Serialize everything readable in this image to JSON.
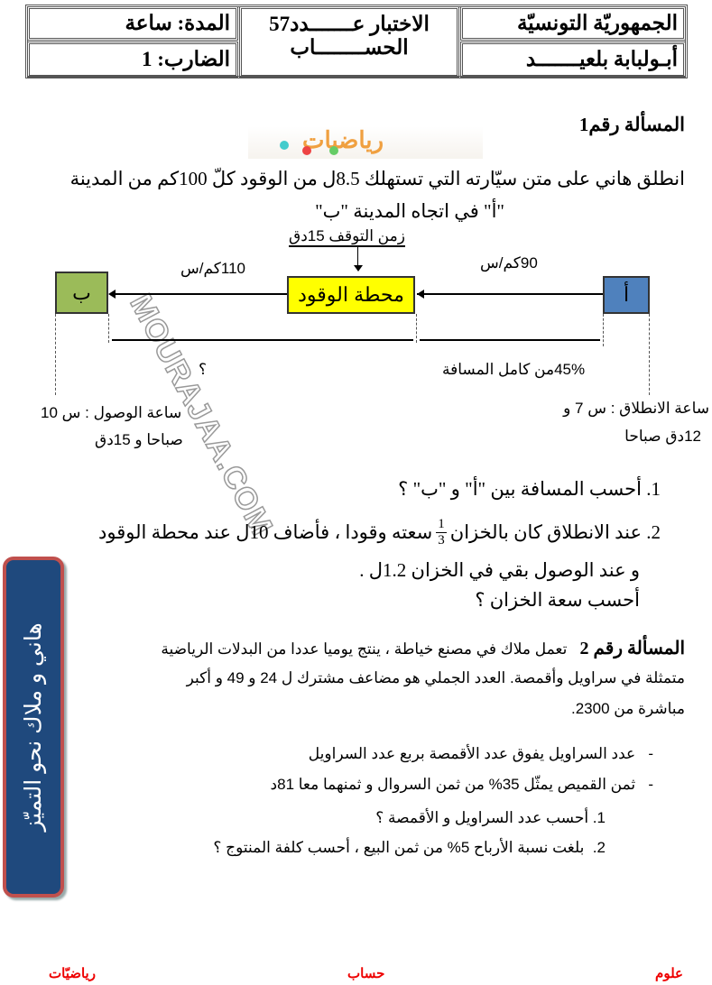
{
  "header": {
    "country": "الجمهوريّة التونسيّة",
    "school": "أبـولبابة بلعيـــــــد",
    "exam_title": "الاختبار عـــــــدد57",
    "subject": "الحســــــــاب",
    "duration": "المدة: ساعة",
    "coefficient": "الضارب: 1"
  },
  "problem1": {
    "title": "المسألة رقم1",
    "logo_text": "رياضيات",
    "text_line1": "انطلق هاني على متن سيّارته التي تستهلك 8.5ل من الوقود كلّ 100كم من المدينة",
    "text_line2": "\"أ\" في اتجاه المدينة \"ب\"",
    "diagram": {
      "city_a": "أ",
      "city_b": "ب",
      "station": "محطة الوقود",
      "stop_time": "زمن التوقف 15دق",
      "speed_1": "90كم/س",
      "speed_2": "110كم/س",
      "part_1": "45%من كامل المسافة",
      "part_2": "؟",
      "departure_1": "ساعة الانطلاق : س 7 و",
      "departure_2": "12دق صباحا",
      "arrival_1": "ساعة الوصول  : س 10",
      "arrival_2": "صباحا و 15دق",
      "watermark": "MOURAJAA.COM"
    },
    "q1": "1. أحسب المسافة بين \"أ\" و \"ب\" ؟",
    "q2_a": "2. عند الانطلاق كان بالخزان",
    "q2_frac_num": "1",
    "q2_frac_den": "3",
    "q2_b": "سعته وقودا ، فأضاف 10ل عند محطة الوقود",
    "q2_line2": "و عند الوصول بقي في الخزان 1.2ل .",
    "q2_line3": "أحسب سعة الخزان ؟"
  },
  "problem2": {
    "title": "المسألة رقم 2",
    "line1": "تعمل ملاك في مصنع خياطة ، ينتج يوميا عددا من البدلات الرياضية",
    "line2": "متمثلة في سراويل وأقمصة. العدد الجملي هو مضاعف مشترك ل 24 و 49 و أكبر",
    "line3": "مباشرة من 2300.",
    "bullets": [
      "-   عدد السراويل يفوق عدد الأقمصة بربع عدد السراويل",
      "-   ثمن القميص يمثّل 35% من ثمن السروال و ثمنهما معا 81د"
    ],
    "questions": [
      "1. أحسب عدد السراويل و الأقمصة ؟",
      "2.  بلغت نسبة الأرباح 5% من ثمن البيع ، أحسب كلفة المنتوج ؟"
    ]
  },
  "side_banner": "هاني و ملاك نحو التميّز",
  "footer": {
    "right": "علوم",
    "center": "حساب",
    "left": "رياضيّات"
  },
  "colors": {
    "city_a": "#4f81bd",
    "city_b": "#9bbb59",
    "station": "#ffff00",
    "banner": "#1f497d",
    "footer": "#ee0000"
  }
}
